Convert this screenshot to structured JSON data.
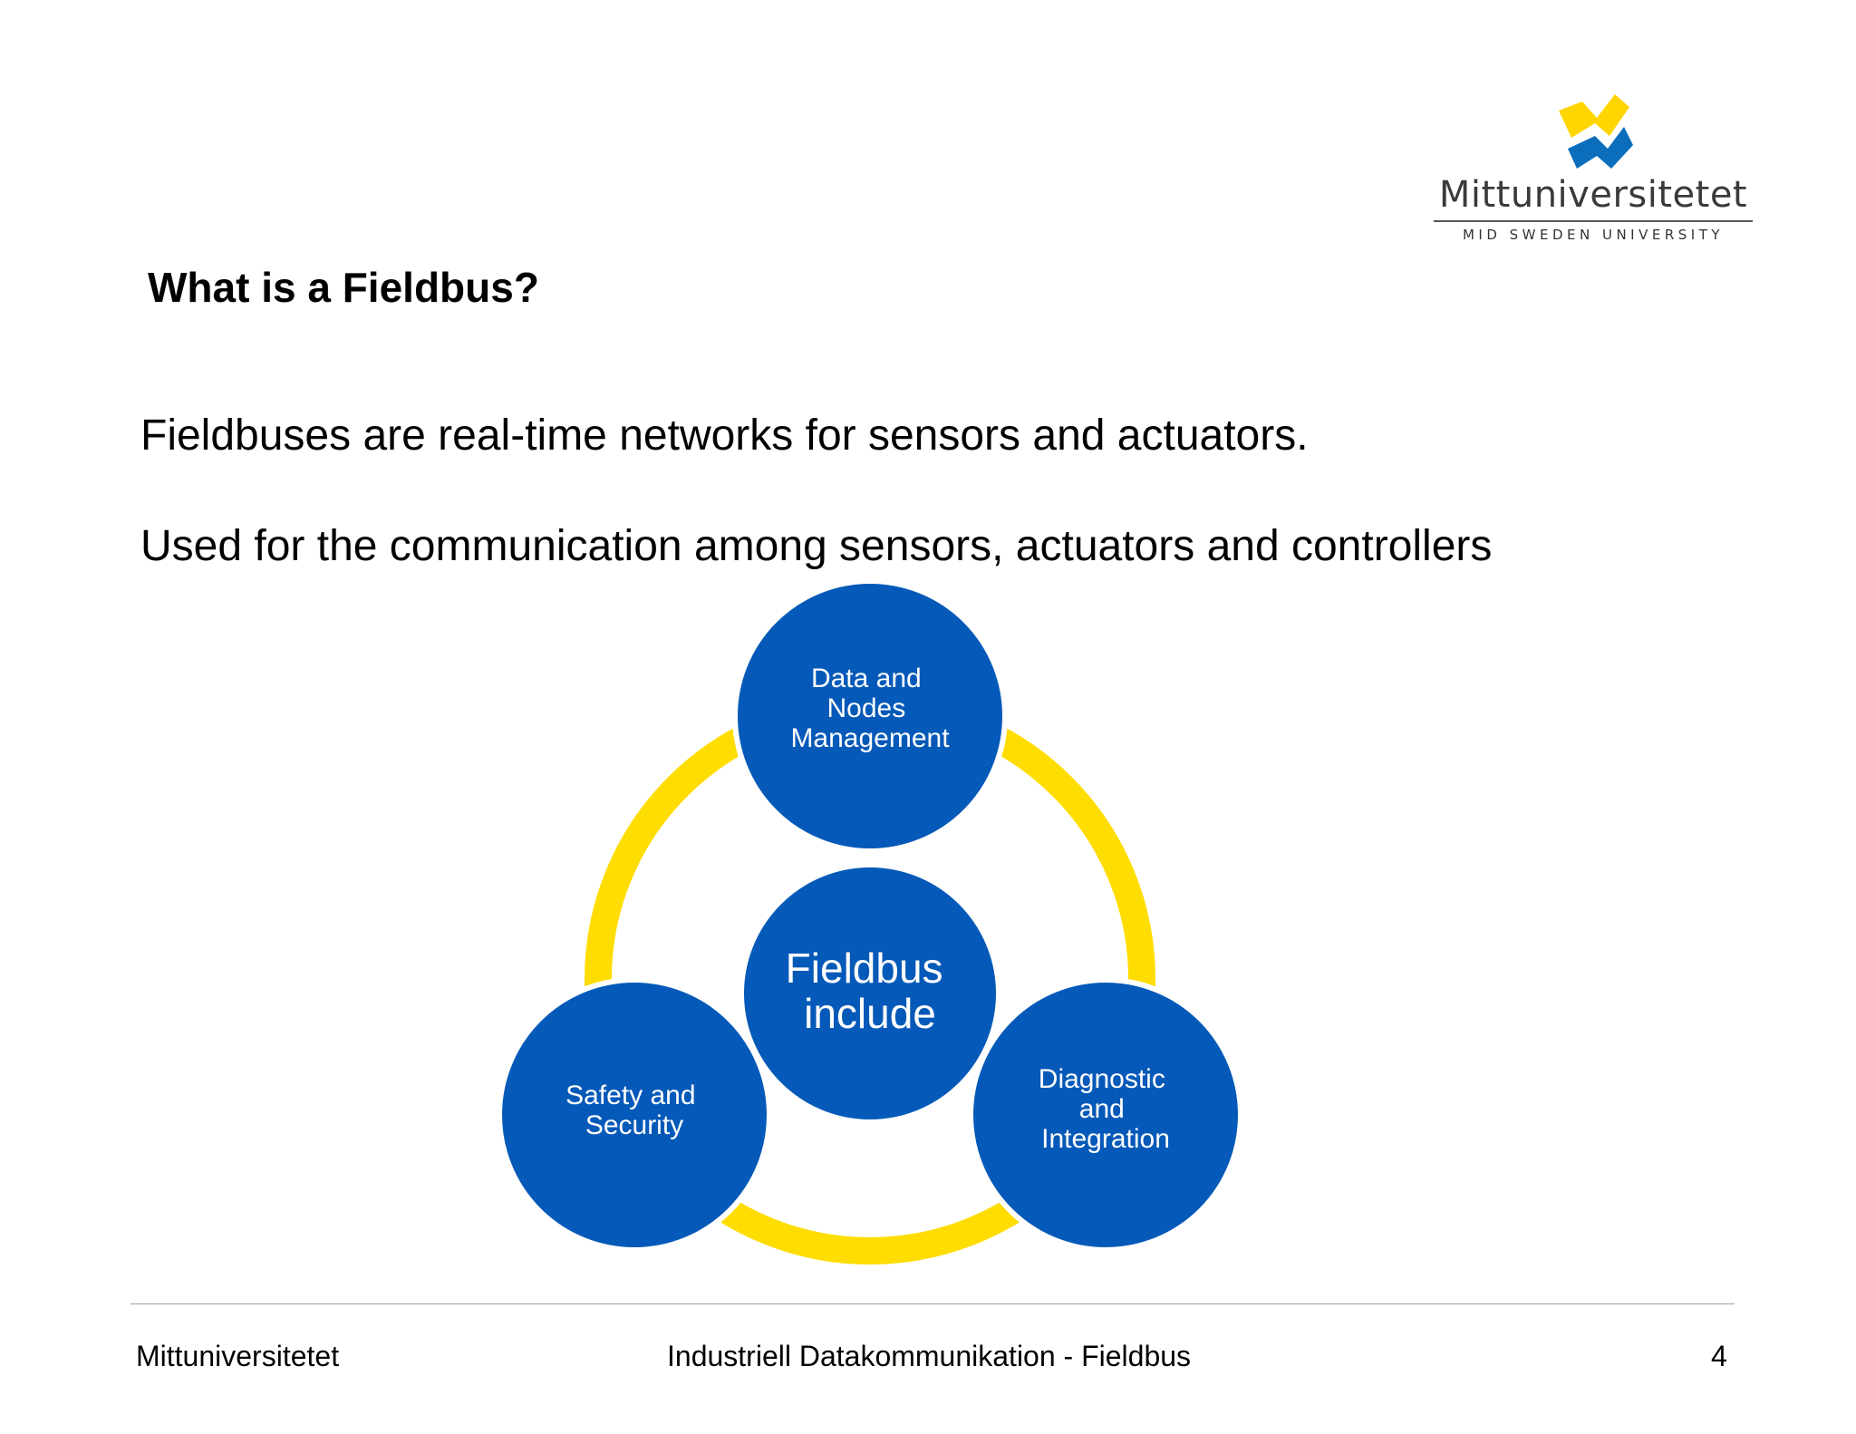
{
  "logo": {
    "name": "Mittuniversitetet",
    "subtitle": "MID SWEDEN UNIVERSITY",
    "colors": {
      "yellow": "#FFD500",
      "blue": "#0A6EBD"
    }
  },
  "slide": {
    "title": "What is a Fieldbus?",
    "paragraphs": [
      "Fieldbuses are real-time networks for sensors and actuators.",
      "Used for the communication among sensors, actuators and controllers"
    ]
  },
  "diagram": {
    "colors": {
      "circle": "#0559B8",
      "ring": "#FFDD00",
      "text": "#FFFFFF"
    },
    "center": {
      "lines": [
        "Fieldbus",
        "include"
      ]
    },
    "nodes": [
      {
        "lines": [
          "Data and",
          "Nodes",
          "Management"
        ]
      },
      {
        "lines": [
          "Safety and",
          "Security"
        ]
      },
      {
        "lines": [
          "Diagnostic",
          "and",
          "Integration"
        ]
      }
    ]
  },
  "footer": {
    "left": "Mittuniversitetet",
    "center": "Industriell Datakommunikation - Fieldbus",
    "page": "4"
  }
}
